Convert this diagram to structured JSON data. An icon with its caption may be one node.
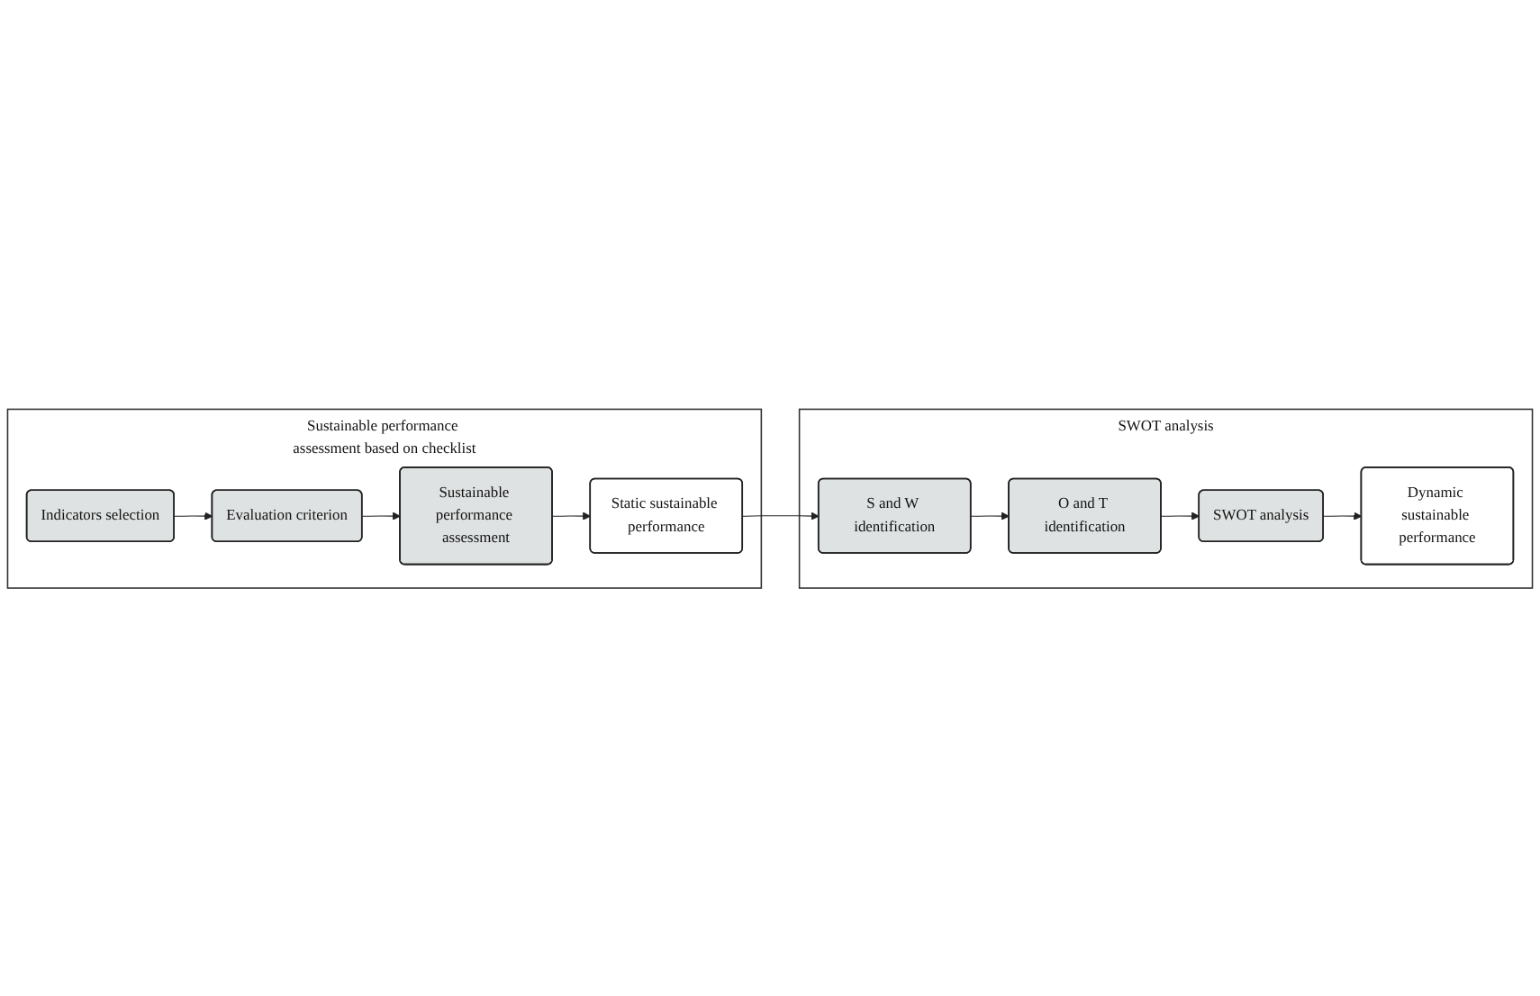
{
  "diagram": {
    "nodes": [
      {
        "text": [
          "Sustainable performance assessment based on checklist"
        ]
      },
      {
        "text": [
          "Indicators selection"
        ],
        "in": 0
      },
      {
        "text": [
          "Evaluation criterion"
        ],
        "in": 0
      },
      {
        "text": [
          "Sustainable performance assessment"
        ],
        "in": 0
      },
      {
        "text": [
          "Static sustainable performance"
        ],
        "in": 0
      },
      {
        "text": [
          "SWOT analysis"
        ]
      },
      {
        "text": [
          "S and W identification"
        ],
        "in": 5
      },
      {
        "text": [
          "O and T identification"
        ],
        "in": 5
      },
      {
        "text": [
          "SWOT analysis"
        ],
        "in": 5
      },
      {
        "text": [
          "Dynamic sustainable performance"
        ],
        "in": 5
      }
    ],
    "edges": [
      {
        "from": 1,
        "to": 2,
        "arrow": "to"
      },
      {
        "from": 2,
        "to": 3,
        "arrow": "to"
      },
      {
        "from": 3,
        "to": 4,
        "arrow": "to"
      },
      {
        "from": 4,
        "to": 6,
        "arrow": "to"
      },
      {
        "from": 6,
        "to": 7,
        "arrow": "to"
      },
      {
        "from": 7,
        "to": 8,
        "arrow": "to"
      },
      {
        "from": 8,
        "to": 9,
        "arrow": "to"
      }
    ]
  }
}
